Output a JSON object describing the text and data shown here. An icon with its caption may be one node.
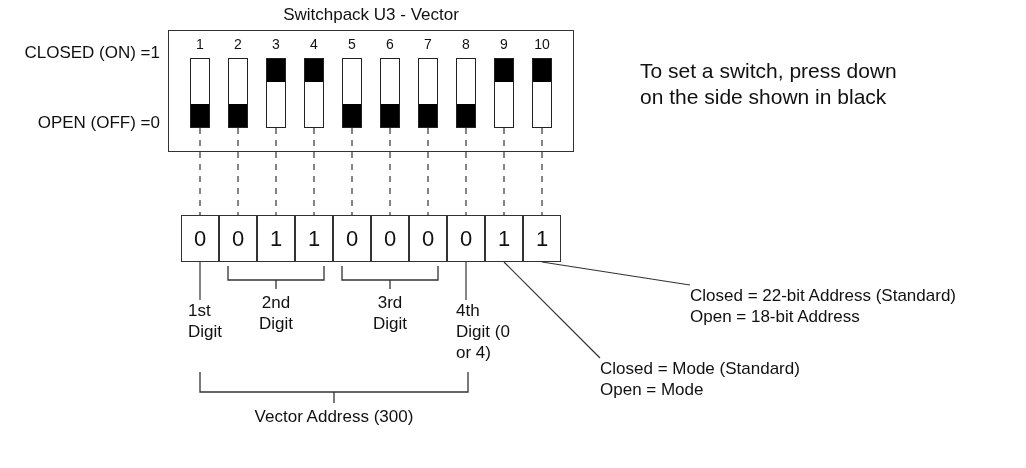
{
  "diagram": {
    "nodes": [
      {
        "text": [
          "Switchpack U3 - Vector"
        ]
      },
      {
        "text": [
          "1"
        ],
        "in": 0
      },
      {
        "text": [
          "2"
        ],
        "in": 0
      },
      {
        "text": [
          "3"
        ],
        "in": 0
      },
      {
        "text": [
          "4"
        ],
        "in": 0
      },
      {
        "text": [
          "5"
        ],
        "in": 0
      },
      {
        "text": [
          "6"
        ],
        "in": 0
      },
      {
        "text": [
          "7"
        ],
        "in": 0
      },
      {
        "text": [
          "8"
        ],
        "in": 0
      },
      {
        "text": [
          "9"
        ],
        "in": 0
      },
      {
        "text": [
          "10"
        ],
        "in": 0
      },
      {
        "text": [
          "0"
        ]
      },
      {
        "text": [
          "0"
        ]
      },
      {
        "text": [
          "1"
        ]
      },
      {
        "text": [
          "1"
        ]
      },
      {
        "text": [
          "0"
        ]
      },
      {
        "text": [
          "0"
        ]
      },
      {
        "text": [
          "0"
        ]
      },
      {
        "text": [
          "0"
        ]
      },
      {
        "text": [
          "1"
        ]
      },
      {
        "text": [
          "1"
        ]
      },
      {
        "text": [
          "Closed = 22-bit Address (Standard)",
          "Open = 18-bit Address"
        ]
      },
      {
        "text": [
          "1st Digit"
        ]
      },
      {
        "text": [
          "4th Digit (0 or 4)"
        ]
      },
      {
        "text": [
          "Closed = Mode (Standard)",
          "Open = Mode"
        ]
      }
    ],
    "edges": [
      {
        "from": 1,
        "to": 11,
        "arrow": "none",
        "style": "dashed"
      },
      {
        "from": 2,
        "to": 12,
        "arrow": "none",
        "style": "dashed"
      },
      {
        "from": 3,
        "to": 13,
        "arrow": "none",
        "style": "dashed"
      },
      {
        "from": 4,
        "to": 14,
        "arrow": "none",
        "style": "dashed"
      },
      {
        "from": 5,
        "to": 15,
        "arrow": "none",
        "style": "dashed"
      },
      {
        "from": 6,
        "to": 16,
        "arrow": "none",
        "style": "dashed"
      },
      {
        "from": 7,
        "to": 17,
        "arrow": "none",
        "style": "dashed"
      },
      {
        "from": 8,
        "to": 18,
        "arrow": "none",
        "style": "dashed"
      },
      {
        "from": 9,
        "to": 19,
        "arrow": "none",
        "style": "dashed"
      },
      {
        "from": 10,
        "to": 20,
        "arrow": "none",
        "style": "dashed"
      },
      {
        "from": 21,
        "to": 20,
        "arrow": "none"
      },
      {
        "from": 22,
        "to": 11,
        "arrow": "none"
      },
      {
        "from": 23,
        "to": 18,
        "arrow": "none"
      },
      {
        "from": 24,
        "to": 19,
        "arrow": "none"
      }
    ],
    "labels": [
      "CLOSED (ON) =1",
      "OPEN (OFF) =0",
      "To set a switch, press down on the side shown in black",
      "2nd Digit",
      "3rd Digit",
      "Vector Address (300)"
    ]
  }
}
